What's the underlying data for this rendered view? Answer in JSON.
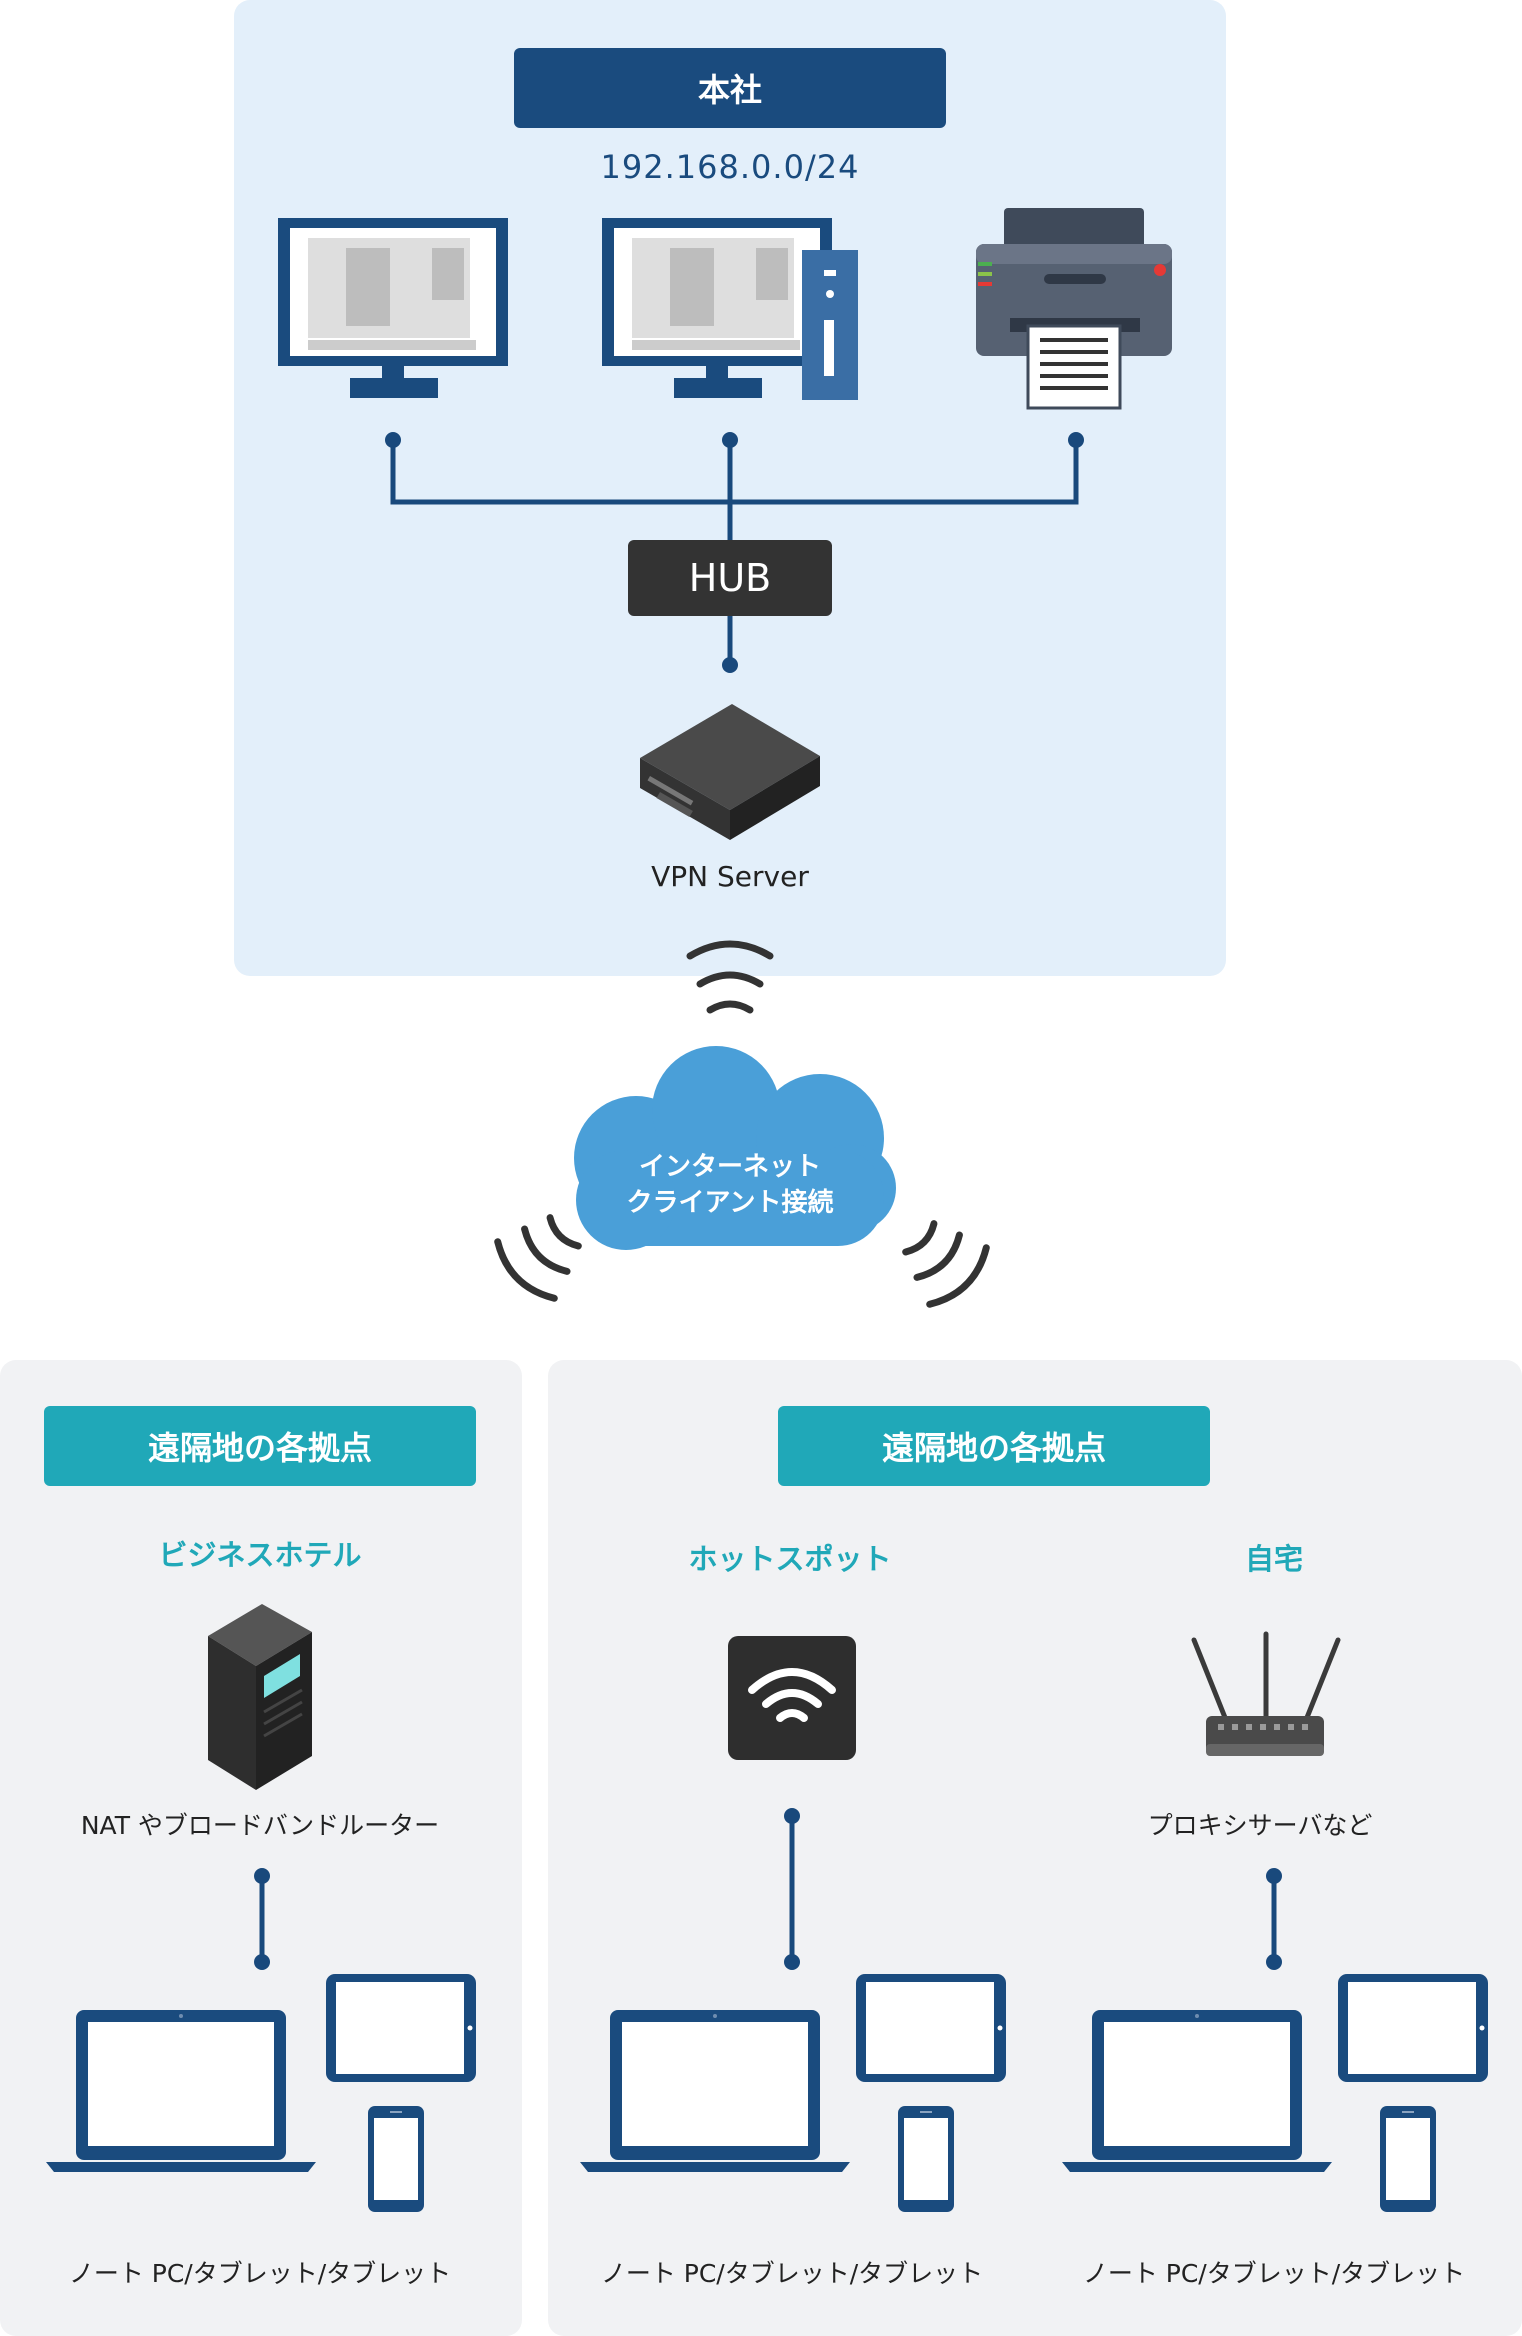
{
  "colors": {
    "hq_panel": "#e3effa",
    "remote_panel": "#f1f2f4",
    "navy": "#1a4b7e",
    "line": "#19497c",
    "hub": "#333333",
    "teal": "#20a8b8",
    "cloud": "#4a9fd8"
  },
  "hq": {
    "title": "本社",
    "subnet": "192.168.0.0/24",
    "hub_label": "HUB",
    "server_label": "VPN Server"
  },
  "cloud": {
    "line1": "インターネット",
    "line2": "クライアント接続"
  },
  "left_site": {
    "title": "遠隔地の各拠点",
    "location": "ビジネスホテル",
    "device_label": "NAT やブロードバンドルーター",
    "clients_label": "ノート PC/タブレット/タブレット"
  },
  "right_site": {
    "title": "遠隔地の各拠点",
    "hotspot": {
      "location": "ホットスポット",
      "clients_label": "ノート PC/タブレット/タブレット"
    },
    "home": {
      "location": "自宅",
      "device_label": "プロキシサーバなど",
      "clients_label": "ノート PC/タブレット/タブレット"
    }
  },
  "icons": [
    "monitor-icon",
    "desktop-pc-icon",
    "printer-icon",
    "hub-icon",
    "server-icon",
    "wireless-signal-icon",
    "cloud-icon",
    "server-tower-icon",
    "wifi-hotspot-icon",
    "router-icon",
    "laptop-icon",
    "tablet-icon",
    "smartphone-icon"
  ]
}
